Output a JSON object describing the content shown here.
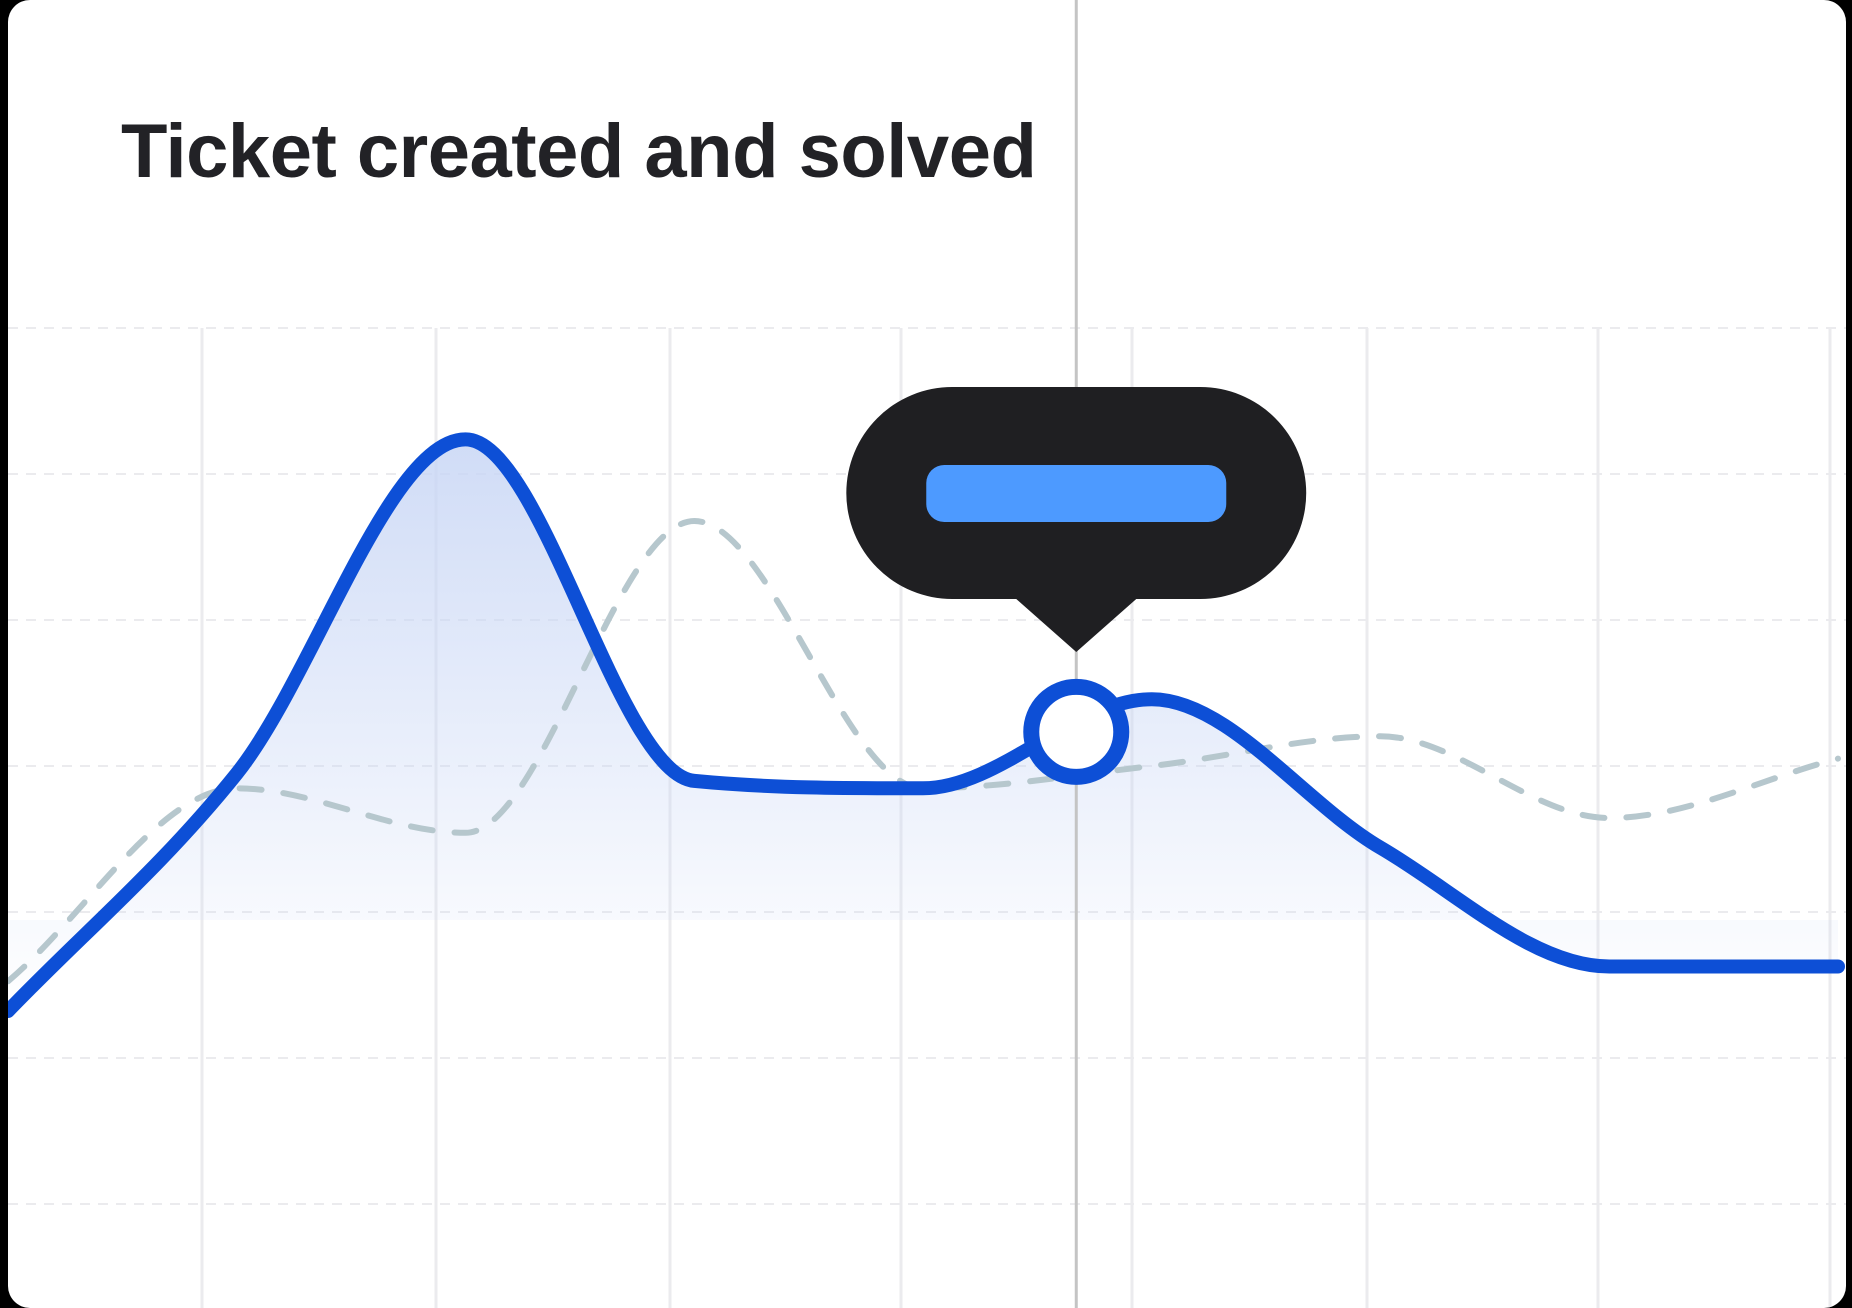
{
  "chart_data": {
    "type": "area",
    "title": "Ticket created and solved",
    "xlabel": "",
    "ylabel": "",
    "grid": true,
    "legend": "none",
    "x": [
      0,
      1,
      2,
      3,
      4,
      5,
      6,
      7,
      8
    ],
    "xlim": [
      0,
      8
    ],
    "ylim": [
      0,
      6.6
    ],
    "series": [
      {
        "style": "solid-area",
        "values": [
          2.0,
          3.6,
          5.85,
          3.55,
          3.5,
          4.1,
          3.1,
          2.3,
          2.3
        ]
      },
      {
        "style": "dashed",
        "values": [
          2.2,
          3.5,
          3.2,
          5.3,
          3.5,
          3.65,
          3.85,
          3.3,
          3.7
        ]
      }
    ],
    "highlight": {
      "x": 4.67,
      "y": 3.88,
      "tooltip": true
    },
    "colors": {
      "primary_line": "#0d4fd6",
      "dashed_line": "#b6c7cd",
      "area_fill": "#c8d6f5",
      "grid": "#ebebee",
      "crosshair": "#c4c4c4",
      "tooltip_bg": "#1f1f22",
      "tooltip_pill": "#4d9aff",
      "marker_fill": "#ffffff"
    }
  }
}
